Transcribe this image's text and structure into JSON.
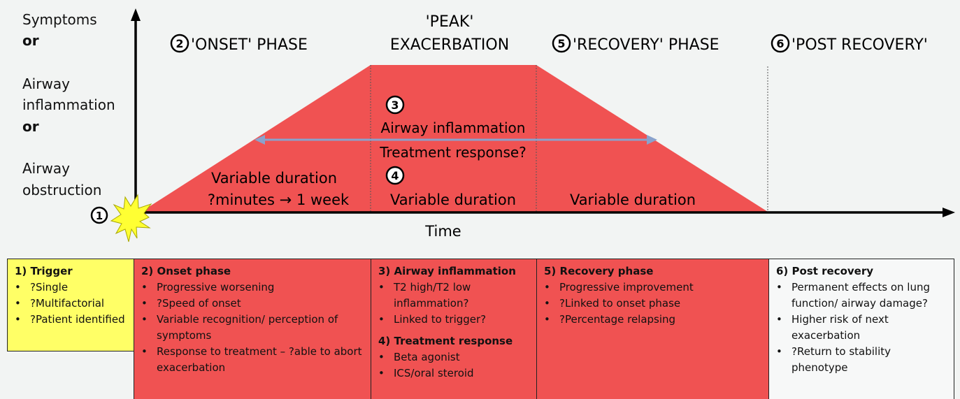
{
  "y_axis_lines": [
    {
      "text": "Symptoms",
      "bold": false
    },
    {
      "text": "or",
      "bold": true
    },
    {
      "text": "Airway",
      "bold": false
    },
    {
      "text": "inflammation",
      "bold": false
    },
    {
      "text": "or",
      "bold": true
    },
    {
      "text": "Airway",
      "bold": false
    },
    {
      "text": "obstruction",
      "bold": false
    }
  ],
  "x_axis_label": "Time",
  "trigger_number": "1",
  "phases": {
    "onset": {
      "number": "2",
      "label": "'ONSET' PHASE"
    },
    "peak": {
      "line1": "'PEAK'",
      "line2": "EXACERBATION"
    },
    "recovery": {
      "number": "5",
      "label": "'RECOVERY' PHASE"
    },
    "post": {
      "number": "6",
      "label": "'POST RECOVERY'"
    }
  },
  "inside": {
    "onset_duration_1": "Variable duration",
    "onset_duration_2": "?minutes → 1 week",
    "peak_duration": "Variable duration",
    "recovery_duration": "Variable duration",
    "marker_3": "3",
    "marker_4": "4",
    "airway_inflammation": "Airway inflammation",
    "treatment_response": "Treatment response?"
  },
  "boxes": {
    "trigger": {
      "title": "1) Trigger",
      "items": [
        "?Single",
        "?Multifactorial",
        "?Patient identified"
      ]
    },
    "onset": {
      "title": "2) Onset phase",
      "items": [
        "Progressive worsening",
        "?Speed of onset",
        "Variable recognition/ perception of symptoms",
        "Response to treatment – ?able to abort exacerbation"
      ]
    },
    "airway": {
      "title": "3) Airway inflammation",
      "items": [
        "T2 high/T2 low inflammation?",
        "Linked to trigger?"
      ],
      "title2": "4) Treatment response",
      "items2": [
        "Beta agonist",
        "ICS/oral steroid"
      ]
    },
    "recovery": {
      "title": "5) Recovery phase",
      "items": [
        "Progressive improvement",
        "?Linked to onset phase",
        "?Percentage relapsing"
      ]
    },
    "post": {
      "title": "6) Post recovery",
      "items": [
        "Permanent effects on lung function/ airway damage?",
        "Higher risk of next exacerbation",
        "?Return to stability phenotype"
      ]
    }
  },
  "colors": {
    "red": "#f05252",
    "yellow": "#ffff66",
    "white_box": "#f7f8f8",
    "arrow_blue": "#8aa2cc",
    "axis": "#000000"
  }
}
